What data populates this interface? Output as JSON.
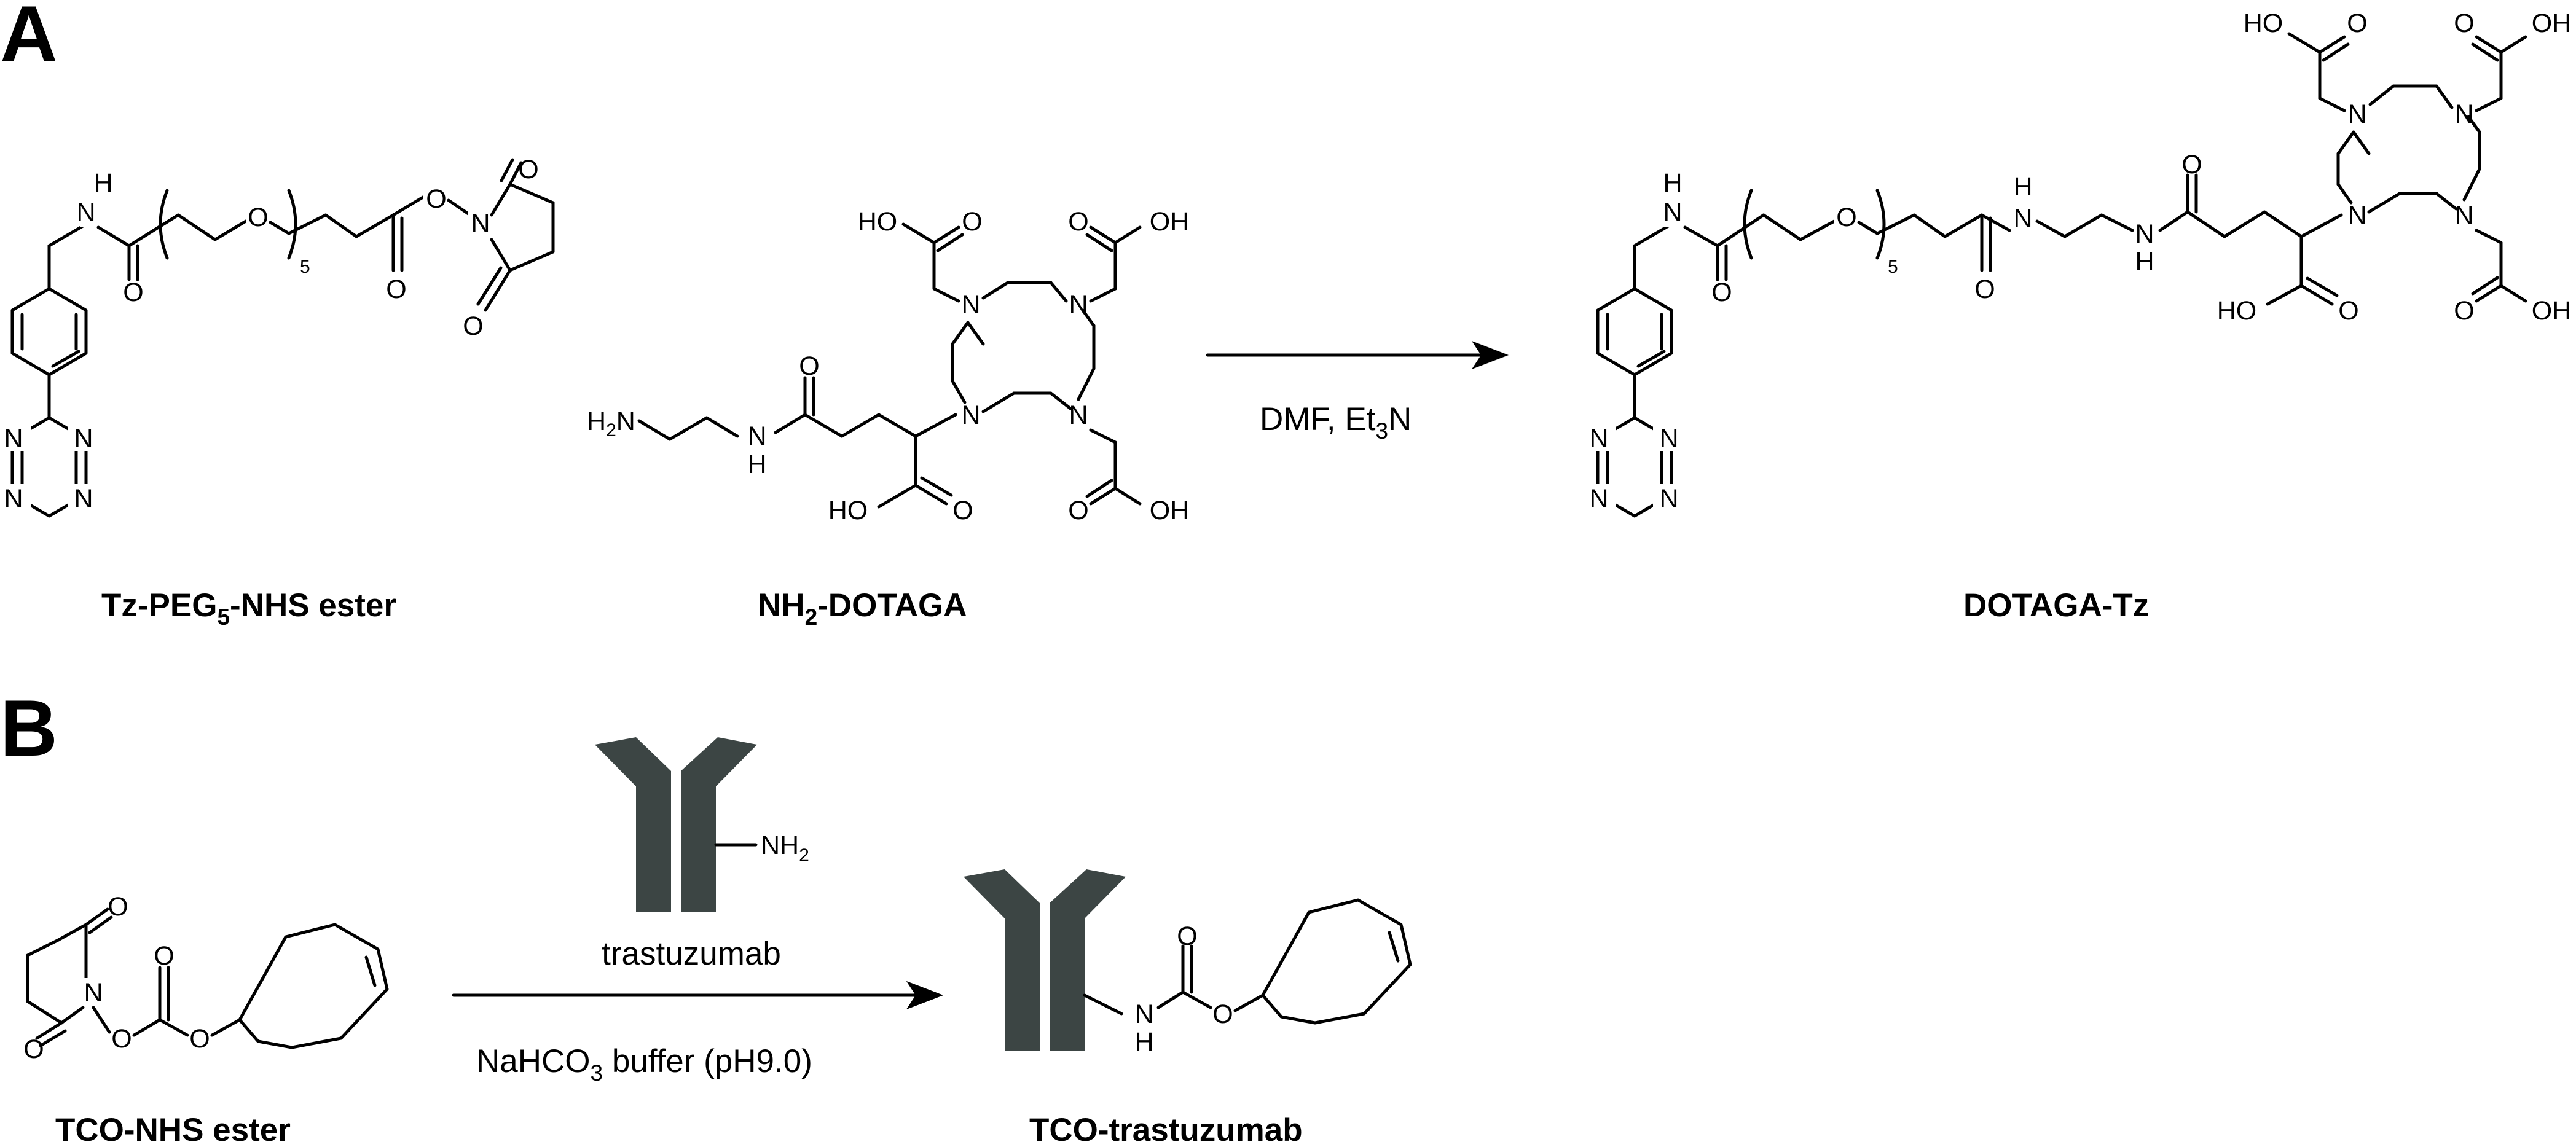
{
  "panels": {
    "a": "A",
    "b": "B"
  },
  "scheme_a": {
    "reactant1_label": {
      "main": "Tz-PEG",
      "sub": "5",
      "tail": "-NHS ester"
    },
    "reactant2_label": {
      "pre": "NH",
      "sub": "2",
      "main": "-DOTAGA"
    },
    "product_label": "DOTAGA-Tz",
    "conditions": {
      "main": "DMF, Et",
      "sub": "3",
      "tail": "N"
    },
    "atoms": {
      "nitrogen": "N",
      "oxygen": "O",
      "hydrogen": "H",
      "hydroxyl": "HO",
      "hydroxyl_r": "OH",
      "amine": "H",
      "amine_sub": "2",
      "repeat_count": "5"
    }
  },
  "scheme_b": {
    "reactant_label": "TCO-NHS ester",
    "product_label": "TCO-trastuzumab",
    "antibody_label": "trastuzumab",
    "antibody_amine": {
      "main": "NH",
      "sub": "2"
    },
    "conditions": {
      "main": "NaHCO",
      "sub": "3",
      "tail": " buffer (pH9.0)"
    },
    "antibody_color": "#3c4544"
  }
}
